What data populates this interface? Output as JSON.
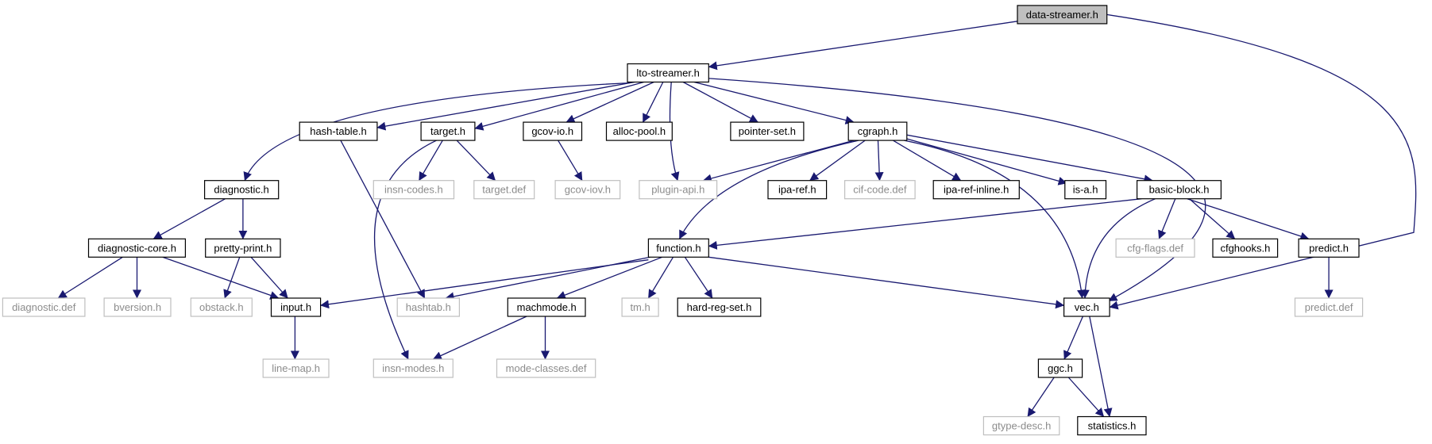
{
  "graph": {
    "root": "data-streamer.h",
    "colors": {
      "edge": "#191970",
      "root_fill": "#bfbfbf",
      "documented_border": "#000000",
      "documented_text": "#000000",
      "undocumented_border": "#bfbfbf",
      "undocumented_text": "#8c8c8c",
      "node_fill": "#ffffff"
    },
    "nodes": [
      {
        "id": "data-streamer",
        "label": "data-streamer.h",
        "kind": "root"
      },
      {
        "id": "lto-streamer",
        "label": "lto-streamer.h",
        "kind": "documented"
      },
      {
        "id": "hash-table",
        "label": "hash-table.h",
        "kind": "documented"
      },
      {
        "id": "target",
        "label": "target.h",
        "kind": "documented"
      },
      {
        "id": "gcov-io",
        "label": "gcov-io.h",
        "kind": "documented"
      },
      {
        "id": "alloc-pool",
        "label": "alloc-pool.h",
        "kind": "documented"
      },
      {
        "id": "pointer-set",
        "label": "pointer-set.h",
        "kind": "documented"
      },
      {
        "id": "cgraph",
        "label": "cgraph.h",
        "kind": "documented"
      },
      {
        "id": "diagnostic",
        "label": "diagnostic.h",
        "kind": "documented"
      },
      {
        "id": "insn-codes",
        "label": "insn-codes.h",
        "kind": "undocumented"
      },
      {
        "id": "target-def",
        "label": "target.def",
        "kind": "undocumented"
      },
      {
        "id": "gcov-iov",
        "label": "gcov-iov.h",
        "kind": "undocumented"
      },
      {
        "id": "plugin-api",
        "label": "plugin-api.h",
        "kind": "undocumented"
      },
      {
        "id": "ipa-ref",
        "label": "ipa-ref.h",
        "kind": "documented"
      },
      {
        "id": "cif-code",
        "label": "cif-code.def",
        "kind": "undocumented"
      },
      {
        "id": "ipa-ref-inline",
        "label": "ipa-ref-inline.h",
        "kind": "documented"
      },
      {
        "id": "is-a",
        "label": "is-a.h",
        "kind": "documented"
      },
      {
        "id": "basic-block",
        "label": "basic-block.h",
        "kind": "documented"
      },
      {
        "id": "diagnostic-core",
        "label": "diagnostic-core.h",
        "kind": "documented"
      },
      {
        "id": "pretty-print",
        "label": "pretty-print.h",
        "kind": "documented"
      },
      {
        "id": "function",
        "label": "function.h",
        "kind": "documented"
      },
      {
        "id": "cfg-flags",
        "label": "cfg-flags.def",
        "kind": "undocumented"
      },
      {
        "id": "cfghooks",
        "label": "cfghooks.h",
        "kind": "documented"
      },
      {
        "id": "predict",
        "label": "predict.h",
        "kind": "documented"
      },
      {
        "id": "diagnostic-def",
        "label": "diagnostic.def",
        "kind": "undocumented"
      },
      {
        "id": "bversion",
        "label": "bversion.h",
        "kind": "undocumented"
      },
      {
        "id": "obstack",
        "label": "obstack.h",
        "kind": "undocumented"
      },
      {
        "id": "input",
        "label": "input.h",
        "kind": "documented"
      },
      {
        "id": "hashtab",
        "label": "hashtab.h",
        "kind": "undocumented"
      },
      {
        "id": "machmode",
        "label": "machmode.h",
        "kind": "documented"
      },
      {
        "id": "tm",
        "label": "tm.h",
        "kind": "undocumented"
      },
      {
        "id": "hard-reg-set",
        "label": "hard-reg-set.h",
        "kind": "documented"
      },
      {
        "id": "vec",
        "label": "vec.h",
        "kind": "documented"
      },
      {
        "id": "predict-def",
        "label": "predict.def",
        "kind": "undocumented"
      },
      {
        "id": "line-map",
        "label": "line-map.h",
        "kind": "undocumented"
      },
      {
        "id": "insn-modes",
        "label": "insn-modes.h",
        "kind": "undocumented"
      },
      {
        "id": "mode-classes",
        "label": "mode-classes.def",
        "kind": "undocumented"
      },
      {
        "id": "ggc",
        "label": "ggc.h",
        "kind": "documented"
      },
      {
        "id": "gtype-desc",
        "label": "gtype-desc.h",
        "kind": "undocumented"
      },
      {
        "id": "statistics",
        "label": "statistics.h",
        "kind": "documented"
      }
    ],
    "edges": [
      {
        "from": "data-streamer",
        "to": "lto-streamer"
      },
      {
        "from": "data-streamer",
        "to": "vec"
      },
      {
        "from": "lto-streamer",
        "to": "diagnostic"
      },
      {
        "from": "lto-streamer",
        "to": "hash-table"
      },
      {
        "from": "lto-streamer",
        "to": "target"
      },
      {
        "from": "lto-streamer",
        "to": "gcov-io"
      },
      {
        "from": "lto-streamer",
        "to": "alloc-pool"
      },
      {
        "from": "lto-streamer",
        "to": "plugin-api"
      },
      {
        "from": "lto-streamer",
        "to": "pointer-set"
      },
      {
        "from": "lto-streamer",
        "to": "cgraph"
      },
      {
        "from": "lto-streamer",
        "to": "vec"
      },
      {
        "from": "hash-table",
        "to": "hashtab"
      },
      {
        "from": "target",
        "to": "insn-codes"
      },
      {
        "from": "target",
        "to": "target-def"
      },
      {
        "from": "target",
        "to": "insn-modes"
      },
      {
        "from": "gcov-io",
        "to": "gcov-iov"
      },
      {
        "from": "cgraph",
        "to": "plugin-api"
      },
      {
        "from": "cgraph",
        "to": "function"
      },
      {
        "from": "cgraph",
        "to": "ipa-ref"
      },
      {
        "from": "cgraph",
        "to": "cif-code"
      },
      {
        "from": "cgraph",
        "to": "ipa-ref-inline"
      },
      {
        "from": "cgraph",
        "to": "is-a"
      },
      {
        "from": "cgraph",
        "to": "basic-block"
      },
      {
        "from": "cgraph",
        "to": "vec"
      },
      {
        "from": "diagnostic",
        "to": "diagnostic-core"
      },
      {
        "from": "diagnostic",
        "to": "pretty-print"
      },
      {
        "from": "diagnostic-core",
        "to": "diagnostic-def"
      },
      {
        "from": "diagnostic-core",
        "to": "bversion"
      },
      {
        "from": "diagnostic-core",
        "to": "input"
      },
      {
        "from": "pretty-print",
        "to": "obstack"
      },
      {
        "from": "pretty-print",
        "to": "input"
      },
      {
        "from": "basic-block",
        "to": "function"
      },
      {
        "from": "basic-block",
        "to": "cfg-flags"
      },
      {
        "from": "basic-block",
        "to": "cfghooks"
      },
      {
        "from": "basic-block",
        "to": "predict"
      },
      {
        "from": "basic-block",
        "to": "vec"
      },
      {
        "from": "predict",
        "to": "predict-def"
      },
      {
        "from": "function",
        "to": "input"
      },
      {
        "from": "function",
        "to": "hashtab"
      },
      {
        "from": "function",
        "to": "machmode"
      },
      {
        "from": "function",
        "to": "tm"
      },
      {
        "from": "function",
        "to": "hard-reg-set"
      },
      {
        "from": "function",
        "to": "vec"
      },
      {
        "from": "input",
        "to": "line-map"
      },
      {
        "from": "machmode",
        "to": "insn-modes"
      },
      {
        "from": "machmode",
        "to": "mode-classes"
      },
      {
        "from": "vec",
        "to": "ggc"
      },
      {
        "from": "vec",
        "to": "statistics"
      },
      {
        "from": "ggc",
        "to": "gtype-desc"
      },
      {
        "from": "ggc",
        "to": "statistics"
      }
    ]
  }
}
